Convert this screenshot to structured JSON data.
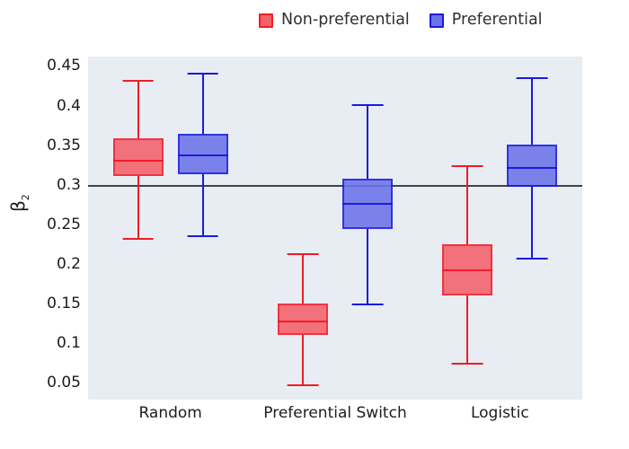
{
  "legend": {
    "position": "top-center",
    "entries": [
      {
        "label": "Non-preferential",
        "color": "#f4616b",
        "edge": "#f21b28",
        "icon": "square-marker-icon"
      },
      {
        "label": "Preferential",
        "color": "#6c73e8",
        "edge": "#1a1ae0",
        "icon": "square-marker-icon"
      }
    ]
  },
  "axes": {
    "y_label": "β",
    "y_label_sub": "2",
    "y_ticks": [
      "0.05",
      "0.1",
      "0.15",
      "0.2",
      "0.25",
      "0.3",
      "0.35",
      "0.4",
      "0.45"
    ],
    "x_ticks": [
      "Random",
      "Preferential Switch",
      "Logistic"
    ],
    "reference_line_value": "0.3"
  },
  "colors": {
    "plot_background": "#e7edf3",
    "figure_background": "#ffffff",
    "reference_line": "#404448",
    "non_preferential_fill": "#f4616b",
    "non_preferential_edge": "#f21b28",
    "preferential_fill": "#6c73e8",
    "preferential_edge": "#1a1ae0",
    "text": "#1c1c1c"
  },
  "chart_data": {
    "type": "boxplot",
    "title": "",
    "xlabel": "",
    "ylabel": "β₂",
    "ylim": [
      0.03,
      0.463
    ],
    "yticks": [
      0.05,
      0.1,
      0.15,
      0.2,
      0.25,
      0.3,
      0.35,
      0.4,
      0.45
    ],
    "grid": false,
    "reference_line": 0.3,
    "categories": [
      "Random",
      "Preferential Switch",
      "Logistic"
    ],
    "series": [
      {
        "name": "Non-preferential",
        "color": "#f4616b",
        "boxes": [
          {
            "category": "Random",
            "whisker_low": 0.234,
            "q1": 0.312,
            "median": 0.331,
            "q3": 0.36,
            "whisker_high": 0.434
          },
          {
            "category": "Preferential Switch",
            "whisker_low": 0.049,
            "q1": 0.112,
            "median": 0.129,
            "q3": 0.151,
            "whisker_high": 0.215
          },
          {
            "category": "Logistic",
            "whisker_low": 0.077,
            "q1": 0.162,
            "median": 0.193,
            "q3": 0.226,
            "whisker_high": 0.326
          }
        ]
      },
      {
        "name": "Preferential",
        "color": "#6c73e8",
        "boxes": [
          {
            "category": "Random",
            "whisker_low": 0.237,
            "q1": 0.314,
            "median": 0.338,
            "q3": 0.366,
            "whisker_high": 0.443
          },
          {
            "category": "Preferential Switch",
            "whisker_low": 0.151,
            "q1": 0.245,
            "median": 0.277,
            "q3": 0.309,
            "whisker_high": 0.403
          },
          {
            "category": "Logistic",
            "whisker_low": 0.209,
            "q1": 0.299,
            "median": 0.323,
            "q3": 0.352,
            "whisker_high": 0.437
          }
        ]
      }
    ]
  }
}
